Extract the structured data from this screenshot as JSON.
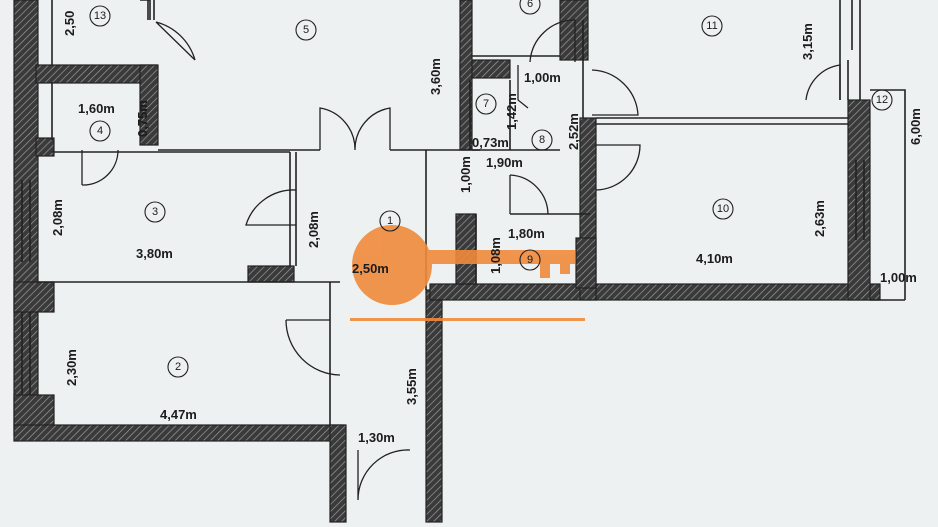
{
  "colors": {
    "background": "#eef1f2",
    "wall": "#2a2a2a",
    "watermark": "#f08a3c"
  },
  "rooms": [
    "13",
    "5",
    "6",
    "11",
    "12",
    "4",
    "7",
    "8",
    "3",
    "1",
    "9",
    "10",
    "2"
  ],
  "dimensions": [
    "2,50",
    "3,60m",
    "3,15m",
    "6,00m",
    "1,00m",
    "1,42m",
    "0,73m",
    "1,60m",
    "0,75m",
    "2,52m",
    "1,90m",
    "1,00m",
    "2,08m",
    "2,08m",
    "3,80m",
    "1,80m",
    "1,08m",
    "2,50m",
    "4,10m",
    "2,63m",
    "1,00m",
    "2,30m",
    "4,47m",
    "3,55m",
    "1,30m"
  ],
  "watermark": {
    "icon": "key-icon"
  }
}
